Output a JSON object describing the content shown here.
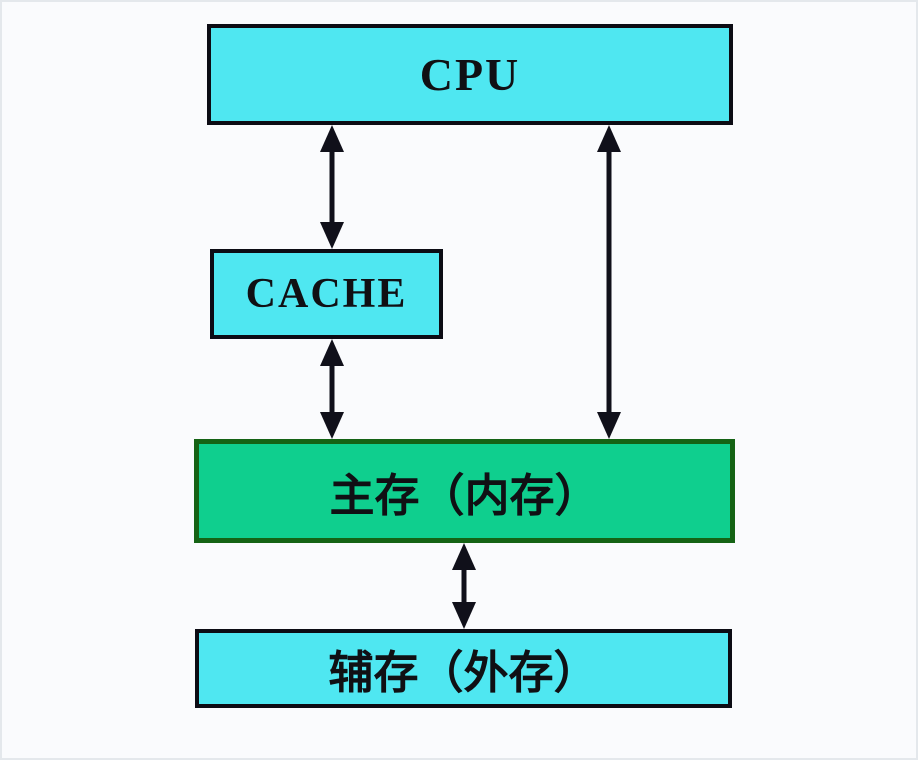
{
  "diagram": {
    "title": "memory-hierarchy",
    "nodes": {
      "cpu": {
        "label": "CPU"
      },
      "cache": {
        "label": "CACHE"
      },
      "main_memory": {
        "label": "主存（内存）"
      },
      "aux_memory": {
        "label": "辅存（外存）"
      }
    },
    "edges": [
      {
        "from": "cpu",
        "to": "cache",
        "bidirectional": true
      },
      {
        "from": "cache",
        "to": "main_memory",
        "bidirectional": true
      },
      {
        "from": "cpu",
        "to": "main_memory",
        "bidirectional": true
      },
      {
        "from": "main_memory",
        "to": "aux_memory",
        "bidirectional": true
      }
    ]
  },
  "colors": {
    "bg": "#fafbfd",
    "cyan": "#4fe7f1",
    "green": "#0fcf8e",
    "green-border": "#156315",
    "box-border": "#0c0c14",
    "arrow": "#10101a",
    "text": "#101014",
    "edge": "#e4e8ec"
  }
}
